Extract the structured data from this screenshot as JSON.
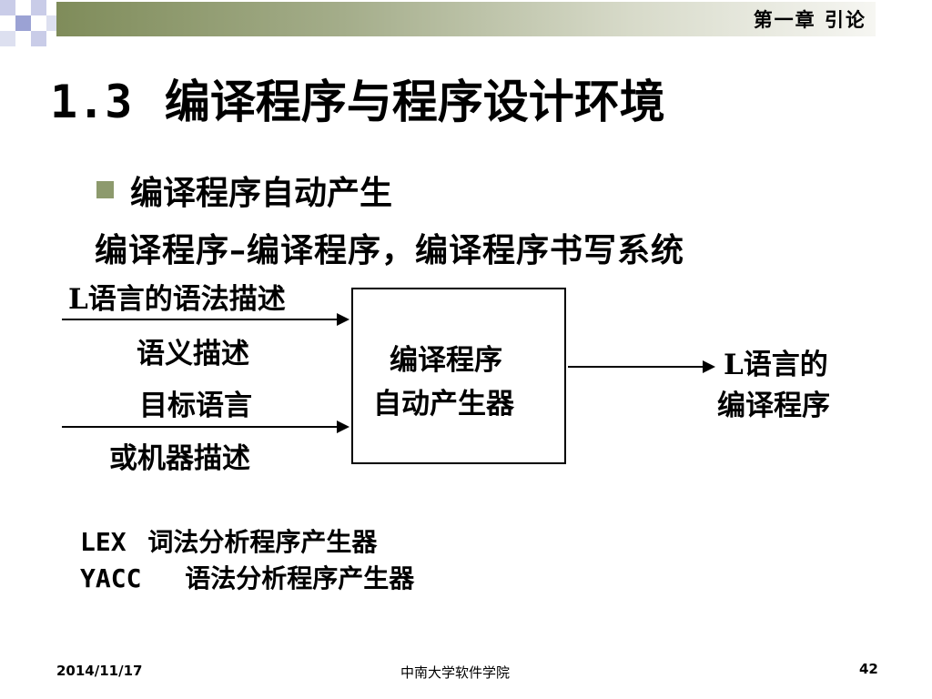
{
  "header": {
    "chapter": "第一章 引论"
  },
  "colors": {
    "band_dark": "#7f8c5a",
    "bullet": "#8d9a6d",
    "square_light": "#c9cce8",
    "square_dark": "#9ba2d4"
  },
  "title": {
    "number": "1.3",
    "text": "编译程序与程序设计环境"
  },
  "bullet": {
    "icon": "square-bullet",
    "text": "编译程序自动产生"
  },
  "subheading": "编译程序–编译程序，编译程序书写系统",
  "diagram": {
    "input_top": "L语言的语法描述",
    "input_semantic": "语义描述",
    "input_target": "目标语言",
    "input_machine": "或机器描述",
    "box_line1": "编译程序",
    "box_line2": "自动产生器",
    "output_line1": "L语言的",
    "output_line2": "编译程序"
  },
  "tools": [
    {
      "name": "LEX",
      "desc": "词法分析程序产生器"
    },
    {
      "name": "YACC",
      "desc": "语法分析程序产生器"
    }
  ],
  "footer": {
    "date": "2014/11/17",
    "organization": "中南大学软件学院",
    "page": "42"
  }
}
